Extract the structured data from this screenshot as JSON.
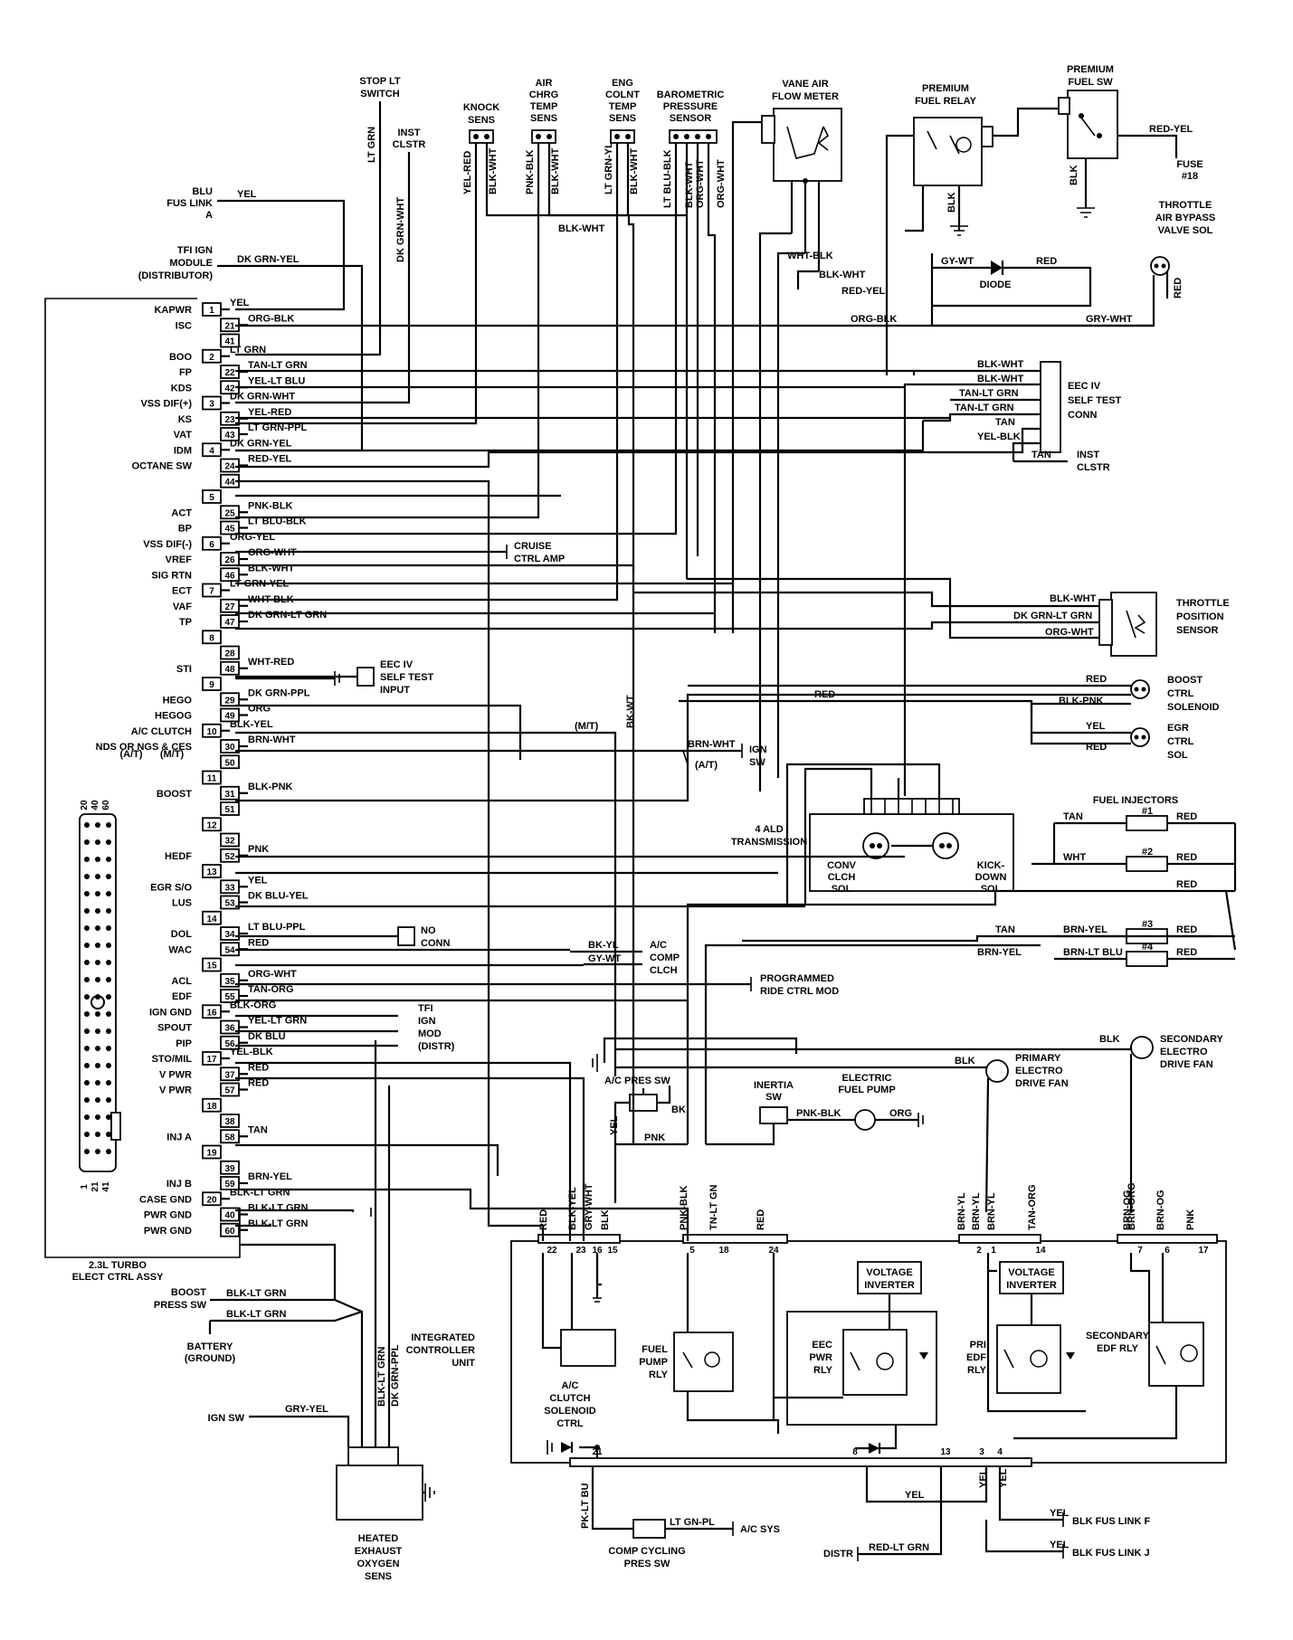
{
  "ecu": {
    "title_lines": [
      "2.3L TURBO",
      "ELECT CTRL ASSY"
    ],
    "pins": [
      {
        "name": "KAPWR",
        "pin": "1",
        "wire": "YEL"
      },
      {
        "name": "ISC",
        "pin": "21",
        "wire": "ORG-BLK"
      },
      {
        "name": "",
        "pin": "41",
        "wire": ""
      },
      {
        "name": "BOO",
        "pin": "2",
        "wire": "LT GRN"
      },
      {
        "name": "FP",
        "pin": "22",
        "wire": "TAN-LT GRN"
      },
      {
        "name": "KDS",
        "pin": "42",
        "wire": "YEL-LT BLU"
      },
      {
        "name": "VSS DIF(+)",
        "pin": "3",
        "wire": "DK GRN-WHT"
      },
      {
        "name": "KS",
        "pin": "23",
        "wire": "YEL-RED"
      },
      {
        "name": "VAT",
        "pin": "43",
        "wire": "LT GRN-PPL"
      },
      {
        "name": "IDM",
        "pin": "4",
        "wire": "DK GRN-YEL"
      },
      {
        "name": "OCTANE SW",
        "pin": "24",
        "wire": "RED-YEL"
      },
      {
        "name": "",
        "pin": "44",
        "wire": ""
      },
      {
        "name": "",
        "pin": "5",
        "wire": ""
      },
      {
        "name": "ACT",
        "pin": "25",
        "wire": "PNK-BLK"
      },
      {
        "name": "BP",
        "pin": "45",
        "wire": "LT BLU-BLK"
      },
      {
        "name": "VSS DIF(-)",
        "pin": "6",
        "wire": "ORG-YEL"
      },
      {
        "name": "VREF",
        "pin": "26",
        "wire": "ORG-WHT"
      },
      {
        "name": "SIG RTN",
        "pin": "46",
        "wire": "BLK-WHT"
      },
      {
        "name": "ECT",
        "pin": "7",
        "wire": "LT GRN-YEL"
      },
      {
        "name": "VAF",
        "pin": "27",
        "wire": "WHT-BLK"
      },
      {
        "name": "TP",
        "pin": "47",
        "wire": "DK GRN-LT GRN"
      },
      {
        "name": "",
        "pin": "8",
        "wire": ""
      },
      {
        "name": "",
        "pin": "28",
        "wire": ""
      },
      {
        "name": "STI",
        "pin": "48",
        "wire": "WHT-RED"
      },
      {
        "name": "",
        "pin": "9",
        "wire": ""
      },
      {
        "name": "HEGO",
        "pin": "29",
        "wire": "DK GRN-PPL"
      },
      {
        "name": "HEGOG",
        "pin": "49",
        "wire": "ORG"
      },
      {
        "name": "A/C CLUTCH",
        "pin": "10",
        "wire": "BLK-YEL"
      },
      {
        "name": "NDS OR NGS & CES",
        "pin": "30",
        "wire": "BRN-WHT"
      },
      {
        "name": "",
        "pin": "50",
        "wire": ""
      },
      {
        "name": "",
        "pin": "11",
        "wire": ""
      },
      {
        "name": "BOOST",
        "pin": "31",
        "wire": "BLK-PNK"
      },
      {
        "name": "",
        "pin": "51",
        "wire": ""
      },
      {
        "name": "",
        "pin": "12",
        "wire": ""
      },
      {
        "name": "",
        "pin": "32",
        "wire": ""
      },
      {
        "name": "HEDF",
        "pin": "52",
        "wire": "PNK"
      },
      {
        "name": "",
        "pin": "13",
        "wire": ""
      },
      {
        "name": "EGR S/O",
        "pin": "33",
        "wire": "YEL"
      },
      {
        "name": "LUS",
        "pin": "53",
        "wire": "DK BLU-YEL"
      },
      {
        "name": "",
        "pin": "14",
        "wire": ""
      },
      {
        "name": "DOL",
        "pin": "34",
        "wire": "LT BLU-PPL"
      },
      {
        "name": "WAC",
        "pin": "54",
        "wire": "RED"
      },
      {
        "name": "",
        "pin": "15",
        "wire": ""
      },
      {
        "name": "ACL",
        "pin": "35",
        "wire": "ORG-WHT"
      },
      {
        "name": "EDF",
        "pin": "55",
        "wire": "TAN-ORG"
      },
      {
        "name": "IGN GND",
        "pin": "16",
        "wire": "BLK-ORG"
      },
      {
        "name": "SPOUT",
        "pin": "36",
        "wire": "YEL-LT GRN"
      },
      {
        "name": "PIP",
        "pin": "56",
        "wire": "DK BLU"
      },
      {
        "name": "STO/MIL",
        "pin": "17",
        "wire": "YEL-BLK"
      },
      {
        "name": "V PWR",
        "pin": "37",
        "wire": "RED"
      },
      {
        "name": "V PWR",
        "pin": "57",
        "wire": "RED"
      },
      {
        "name": "",
        "pin": "18",
        "wire": ""
      },
      {
        "name": "",
        "pin": "38",
        "wire": ""
      },
      {
        "name": "INJ A",
        "pin": "58",
        "wire": "TAN"
      },
      {
        "name": "",
        "pin": "19",
        "wire": ""
      },
      {
        "name": "",
        "pin": "39",
        "wire": ""
      },
      {
        "name": "INJ B",
        "pin": "59",
        "wire": "BRN-YEL"
      },
      {
        "name": "CASE GND",
        "pin": "20",
        "wire": "BLK-LT GRN"
      },
      {
        "name": "PWR GND",
        "pin": "40",
        "wire": "BLK-LT GRN"
      },
      {
        "name": "PWR GND",
        "pin": "60",
        "wire": "BLK-LT GRN"
      }
    ],
    "transmission_marks": {
      "at": "(A/T)",
      "mt": "(M/T)"
    },
    "connector_pins": [
      "20",
      "40",
      "60",
      "1",
      "21",
      "41"
    ]
  },
  "left_inputs": {
    "blu_fus_link": [
      "BLU",
      "FUS LINK",
      "A"
    ],
    "blu_fus_link_wire": "YEL",
    "tfi_ign_module": [
      "TFI IGN",
      "MODULE",
      "(DISTRIBUTOR)"
    ],
    "tfi_wire": "DK GRN-YEL",
    "boost_press_sw": [
      "BOOST",
      "PRESS SW"
    ],
    "boost_wires": [
      "BLK-LT GRN",
      "BLK-LT GRN"
    ],
    "battery": [
      "BATTERY",
      "(GROUND)"
    ],
    "ign_sw": "IGN SW",
    "ign_sw_wire": "GRY-YEL"
  },
  "top_components": {
    "stop_lt_switch": [
      "STOP LT",
      "SWITCH"
    ],
    "stop_lt_wire": "LT GRN",
    "inst_clstr": [
      "INST",
      "CLSTR"
    ],
    "inst_clstr_wire": "DK GRN-WHT",
    "knock_sens": [
      "KNOCK",
      "SENS"
    ],
    "knock_wires": [
      "YEL-RED",
      "BLK-WHT"
    ],
    "air_chrg_temp_sens": [
      "AIR",
      "CHRG",
      "TEMP",
      "SENS"
    ],
    "air_chrg_wires": [
      "PNK-BLK",
      "BLK-WHT"
    ],
    "eng_colnt_temp_sens": [
      "ENG",
      "COLNT",
      "TEMP",
      "SENS"
    ],
    "eng_colnt_wires": [
      "LT GRN-YL",
      "BLK-WHT"
    ],
    "barometric_pressure_sensor": [
      "BAROMETRIC",
      "PRESSURE",
      "SENSOR"
    ],
    "baro_wires": [
      "LT BLU-BLK",
      "BLK-WHT",
      "ORG-WHT",
      "ORG-WHT"
    ],
    "sensor_return_wire": "BLK-WHT",
    "vane_air_flow_meter": [
      "VANE AIR",
      "FLOW METER"
    ],
    "premium_fuel_relay": [
      "PREMIUM",
      "FUEL RELAY"
    ],
    "premium_fuel_sw": [
      "PREMIUM",
      "FUEL SW"
    ],
    "premium_fuel_wire": "RED-YEL",
    "fuse": [
      "FUSE",
      "#18"
    ],
    "relay_blk": "BLK",
    "throttle_air_bypass": [
      "THROTTLE",
      "AIR BYPASS",
      "VALVE SOL"
    ],
    "bypass_wire": "RED",
    "diode": "DIODE",
    "diode_wires": [
      "GY-WT",
      "RED"
    ],
    "vaf_wires": [
      "WHT-BLK",
      "BLK-WHT",
      "RED-YEL"
    ],
    "isc_wires": [
      "ORG-BLK",
      "GRY-WHT"
    ]
  },
  "right_components": {
    "eec_self_test_conn": [
      "EEC IV",
      "SELF TEST",
      "CONN"
    ],
    "self_test_wires": [
      "BLK-WHT",
      "BLK-WHT",
      "TAN-LT GRN",
      "TAN-LT GRN",
      "TAN",
      "YEL-BLK"
    ],
    "inst_clstr2": [
      "INST",
      "CLSTR"
    ],
    "inst_clstr2_wire": "TAN",
    "throttle_position_sensor": [
      "THROTTLE",
      "POSITION",
      "SENSOR"
    ],
    "tps_wires": [
      "BLK-WHT",
      "DK GRN-LT GRN",
      "ORG-WHT"
    ],
    "boost_ctrl_solenoid": [
      "BOOST",
      "CTRL",
      "SOLENOID"
    ],
    "boost_sol_wires": [
      "RED",
      "BLK-PNK"
    ],
    "egr_ctrl_sol": [
      "EGR",
      "CTRL",
      "SOL"
    ],
    "egr_wires": [
      "YEL",
      "RED"
    ],
    "red_feed": "RED",
    "fuel_injectors": "FUEL INJECTORS",
    "injectors": [
      {
        "num": "#1",
        "in": "TAN",
        "out": "RED"
      },
      {
        "num": "#2",
        "in": "WHT",
        "out": "RED"
      },
      {
        "num": "#3",
        "in": "BRN-YEL",
        "out": "RED"
      },
      {
        "num": "#4",
        "in": "BRN-LT BLU",
        "out": "RED"
      }
    ],
    "injector_feed": [
      "RED",
      "TAN",
      "BRN-YEL"
    ],
    "transmission": [
      "4 ALD",
      "TRANSMISSION"
    ],
    "conv_clch_sol": [
      "CONV",
      "CLCH",
      "SOL"
    ],
    "kick_down_sol": [
      "KICK-",
      "DOWN",
      "SOL"
    ]
  },
  "middle_components": {
    "cruise_ctrl_amp": [
      "CRUISE",
      "CTRL AMP"
    ],
    "eec_self_test_input": [
      "EEC IV",
      "SELF TEST",
      "INPUT"
    ],
    "ign_sw2": [
      "IGN",
      "SW"
    ],
    "ign_sw2_wire": "BRN-WHT",
    "mt_mark": "(M/T)",
    "at_mark": "(A/T)",
    "bk_wt": "BK-WT",
    "no_conn": [
      "NO",
      "CONN"
    ],
    "ac_comp_clch": [
      "A/C",
      "COMP",
      "CLCH"
    ],
    "ac_comp_wires": [
      "BK-YL",
      "GY-WT"
    ],
    "programmed_ride": [
      "PROGRAMMED",
      "RIDE CTRL MOD"
    ],
    "tfi_ign_mod": [
      "TFI",
      "IGN",
      "MOD",
      "(DISTR)"
    ]
  },
  "bottom_components": {
    "ac_pres_sw": "A/C PRES SW",
    "ac_pres_bk": "BK",
    "ac_yel": "YEL",
    "ac_pnk": "PNK",
    "inertia_sw": [
      "INERTIA",
      "SW"
    ],
    "electric_fuel_pump": [
      "ELECTRIC",
      "FUEL PUMP"
    ],
    "pump_wires": [
      "PNK-BLK",
      "ORG"
    ],
    "primary_fan": [
      "PRIMARY",
      "ELECTRO",
      "DRIVE FAN"
    ],
    "primary_fan_wire": "BLK",
    "secondary_fan": [
      "SECONDARY",
      "ELECTRO",
      "DRIVE FAN"
    ],
    "secondary_fan_wire": "BLK",
    "icu_title": [
      "INTEGRATED",
      "CONTROLLER",
      "UNIT"
    ],
    "icu_top_wires": [
      "RED",
      "BLK-YEL",
      "GRY-WHT",
      "BLK",
      "PNK-BLK",
      "TN-LT GN",
      "RED",
      "BRN-YL",
      "BRN-YL",
      "TAN-ORG",
      "BRN-OG",
      "BRN-OG",
      "PNK",
      "BRN-YL",
      "BRN-ORG"
    ],
    "icu_pins": [
      "22",
      "23",
      "16",
      "15",
      "5",
      "18",
      "24",
      "2",
      "1",
      "14",
      "7",
      "6",
      "17",
      "21",
      "8",
      "13",
      "3",
      "4"
    ],
    "ac_clutch_ctrl": [
      "A/C",
      "CLUTCH",
      "SOLENOID",
      "CTRL"
    ],
    "fuel_pump_rly": [
      "FUEL",
      "PUMP",
      "RLY"
    ],
    "voltage_inverter": [
      "VOLTAGE",
      "INVERTER"
    ],
    "eec_pwr_rly": [
      "EEC",
      "PWR",
      "RLY"
    ],
    "pri_edf_rly": [
      "PRI",
      "EDF",
      "RLY"
    ],
    "secondary_edf_rly": [
      "SECONDARY",
      "EDF RLY"
    ],
    "heated_oxygen": [
      "HEATED",
      "EXHAUST",
      "OXYGEN",
      "SENS"
    ],
    "ho2s_wires": [
      "BLK-LT GRN",
      "DK GRN-PPL"
    ],
    "comp_cycling": [
      "COMP CYCLING",
      "PRES SW"
    ],
    "comp_wires": [
      "PK-LT BU",
      "LT GN-PL"
    ],
    "ac_sys": "A/C SYS",
    "bottom_wires": [
      "YEL",
      "YEL",
      "YEL",
      "YEL"
    ],
    "blk_fus_link_f": "BLK FUS LINK F",
    "blk_fus_link_j": "BLK FUS LINK J",
    "distr": "DISTR",
    "distr_wire": "RED-LT GRN"
  },
  "colors": {
    "ink": "#000000",
    "paper": "#ffffff"
  }
}
